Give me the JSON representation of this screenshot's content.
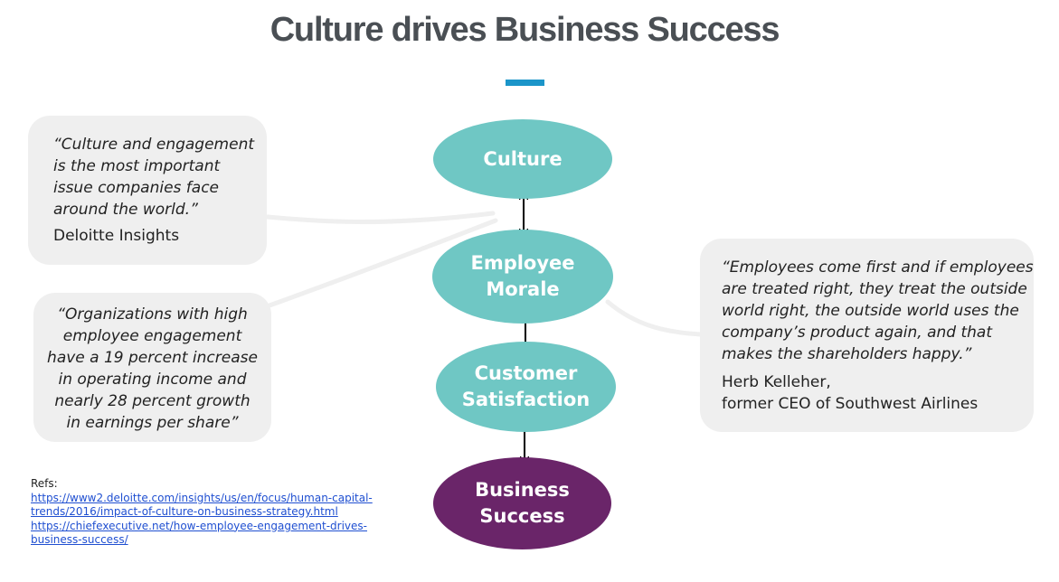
{
  "title": "Culture drives Business Success",
  "colors": {
    "accent_bar": "#1b95c9",
    "teal_bubble": "#6fc7c4",
    "purple_bubble": "#6a2569",
    "quote_box": "#efefef",
    "title_text": "#4a4f54",
    "link": "#1f4fd1"
  },
  "flow": {
    "culture": [
      "Culture"
    ],
    "employee_morale": [
      "Employee",
      "Morale"
    ],
    "customer_satisfaction": [
      "Customer",
      "Satisfaction"
    ],
    "business_success": [
      "Business",
      "Success"
    ]
  },
  "quotes": {
    "deloitte": {
      "lines": [
        "“Culture and engagement",
        "is the most important",
        "issue companies face",
        "around the world.”"
      ],
      "attribution": "Deloitte Insights"
    },
    "engagement": {
      "lines": [
        "“Organizations with high",
        "employee engagement",
        "have a 19 percent increase",
        "in operating income and",
        "nearly 28 percent growth",
        "in earnings per share”"
      ]
    },
    "kelleher": {
      "lines": [
        "“Employees come first and if employees",
        "are treated right, they treat the outside",
        "world right, the outside world uses the",
        "company’s product again, and that",
        "makes the shareholders happy.”"
      ],
      "attribution_lines": [
        "Herb Kelleher,",
        "former CEO of Southwest Airlines"
      ]
    }
  },
  "refs": {
    "label": "Refs:",
    "links": [
      [
        "https://www2.deloitte.com/insights/us/en/focus/human-capital-",
        "trends/2016/impact-of-culture-on-business-strategy.html"
      ],
      [
        "https://chiefexecutive.net/how-employee-engagement-drives-",
        "business-success/"
      ]
    ]
  }
}
